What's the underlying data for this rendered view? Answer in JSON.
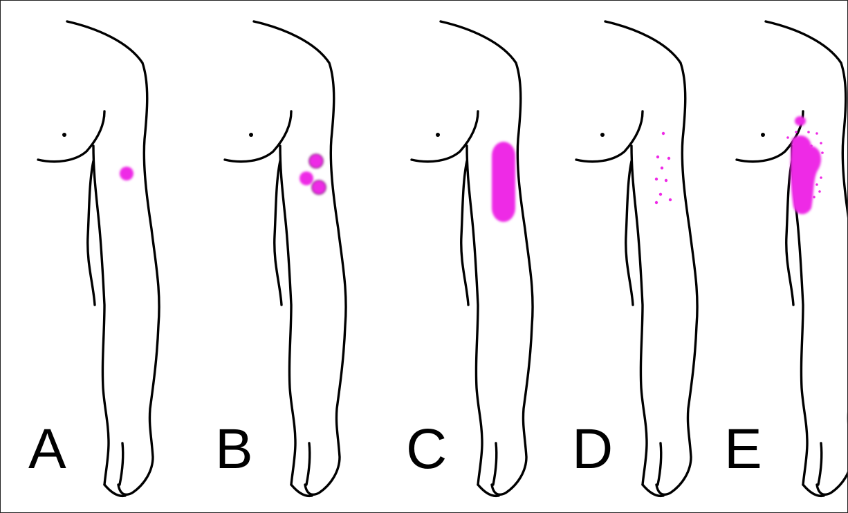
{
  "figure": {
    "highlight_color": "#ee2ae6",
    "outline_color": "#000000",
    "background_color": "#ffffff"
  },
  "panels": [
    {
      "label": "A"
    },
    {
      "label": "B"
    },
    {
      "label": "C"
    },
    {
      "label": "D"
    },
    {
      "label": "E"
    }
  ]
}
